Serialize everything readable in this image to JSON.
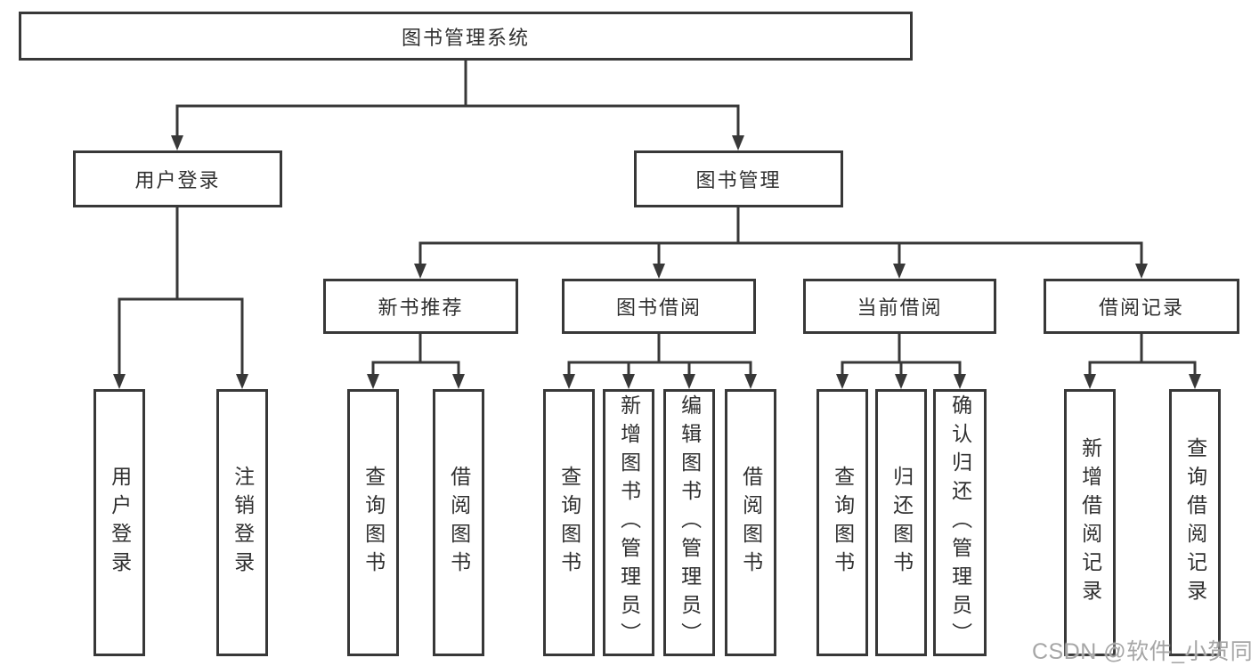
{
  "diagram": {
    "tree": {
      "label": "图书管理系统",
      "children": [
        {
          "label": "用户登录",
          "children": [
            {
              "label": "用户登录"
            },
            {
              "label": "注销登录"
            }
          ]
        },
        {
          "label": "图书管理",
          "children": [
            {
              "label": "新书推荐",
              "children": [
                {
                  "label": "查询图书"
                },
                {
                  "label": "借阅图书"
                }
              ]
            },
            {
              "label": "图书借阅",
              "children": [
                {
                  "label": "查询图书"
                },
                {
                  "label": "新增图书（管理员）"
                },
                {
                  "label": "编辑图书（管理员）"
                },
                {
                  "label": "借阅图书"
                }
              ]
            },
            {
              "label": "当前借阅",
              "children": [
                {
                  "label": "查询图书"
                },
                {
                  "label": "归还图书"
                },
                {
                  "label": "确认归还（管理员）"
                }
              ]
            },
            {
              "label": "借阅记录",
              "children": [
                {
                  "label": "新增借阅记录"
                },
                {
                  "label": "查询借阅记录"
                }
              ]
            }
          ]
        }
      ]
    },
    "watermark": "CSDN @软件_小贺同学",
    "colors": {
      "line": "#383838",
      "text": "#303030",
      "watermark": "#a6a6a6",
      "background": "#ffffff"
    }
  }
}
